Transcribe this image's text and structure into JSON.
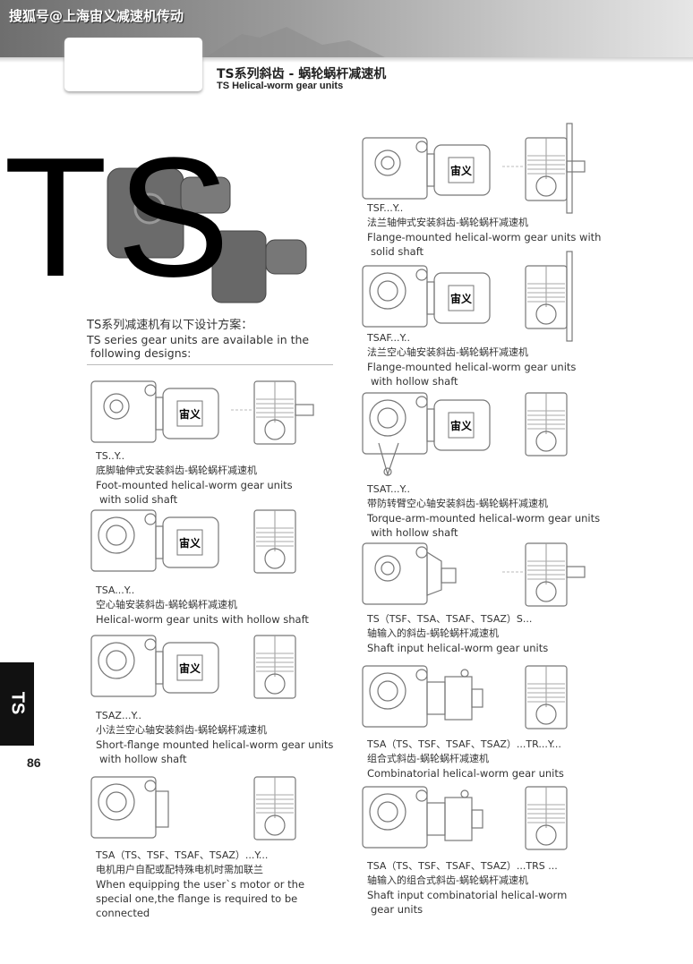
{
  "header": {
    "watermark": "搜狐号@上海宙义减速机传动",
    "title_cn": "TS系列斜齿 - 蜗轮蜗杆减速机",
    "title_en": "TS Helical-worm gear units"
  },
  "overlay": {
    "big_letters": "TS"
  },
  "intro": {
    "cn": "TS系列减速机有以下设计方案：",
    "en_line1": "TS series gear units are available in the",
    "en_line2": "following designs:"
  },
  "motor_label": "宙义",
  "side_tab": "TS",
  "page_number": "86",
  "left_items": [
    {
      "code": "TS..Y..",
      "cn": "底脚轴伸式安装斜齿-蜗轮蜗杆减速机",
      "en": "Foot-mounted helical-worm gear units",
      "en2": "with solid shaft"
    },
    {
      "code": "TSA...Y..",
      "cn": "空心轴安装斜齿-蜗轮蜗杆减速机",
      "en": "Helical-worm gear units with hollow shaft",
      "en2": ""
    },
    {
      "code": "TSAZ...Y..",
      "cn": "小法兰空心轴安装斜齿-蜗轮蜗杆减速机",
      "en": "Short-flange mounted helical-worm gear units",
      "en2": "with hollow shaft"
    },
    {
      "code": "TSA（TS、TSF、TSAF、TSAZ）...Y...",
      "cn": "电机用户自配或配特殊电机时需加联兰",
      "en": "When equipping the user`s motor or the",
      "en2": "special one,the flange is required to be",
      "en3": "connected"
    }
  ],
  "right_items": [
    {
      "code": "TSF...Y..",
      "cn": "法兰轴伸式安装斜齿-蜗轮蜗杆减速机",
      "en": "Flange-mounted helical-worm gear units with",
      "en2": "solid shaft"
    },
    {
      "code": "TSAF...Y..",
      "cn": "法兰空心轴安装斜齿-蜗轮蜗杆减速机",
      "en": "Flange-mounted helical-worm gear units",
      "en2": "with hollow shaft"
    },
    {
      "code": "TSAT...Y..",
      "cn": "带防转臂空心轴安装斜齿-蜗轮蜗杆减速机",
      "en": "Torque-arm-mounted helical-worm gear units",
      "en2": "with hollow shaft"
    },
    {
      "code": "TS（TSF、TSA、TSAF、TSAZ）S...",
      "cn": "轴输入的斜齿-蜗轮蜗杆减速机",
      "en": "Shaft input helical-worm gear units",
      "en2": ""
    },
    {
      "code": "TSA（TS、TSF、TSAF、TSAZ）...TR...Y...",
      "cn": "组合式斜齿-蜗轮蜗杆减速机",
      "en": "Combinatorial helical-worm gear units",
      "en2": ""
    },
    {
      "code": "TSA（TS、TSF、TSAF、TSAZ）...TRS ...",
      "cn": "轴输入的组合式斜齿-蜗轮蜗杆减速机",
      "en": "Shaft input combinatorial helical-worm",
      "en2": "gear units"
    }
  ],
  "colors": {
    "header_dark": "#6e6e6e",
    "line_art": "#777777",
    "photo_gray": "#6b6b6b"
  }
}
